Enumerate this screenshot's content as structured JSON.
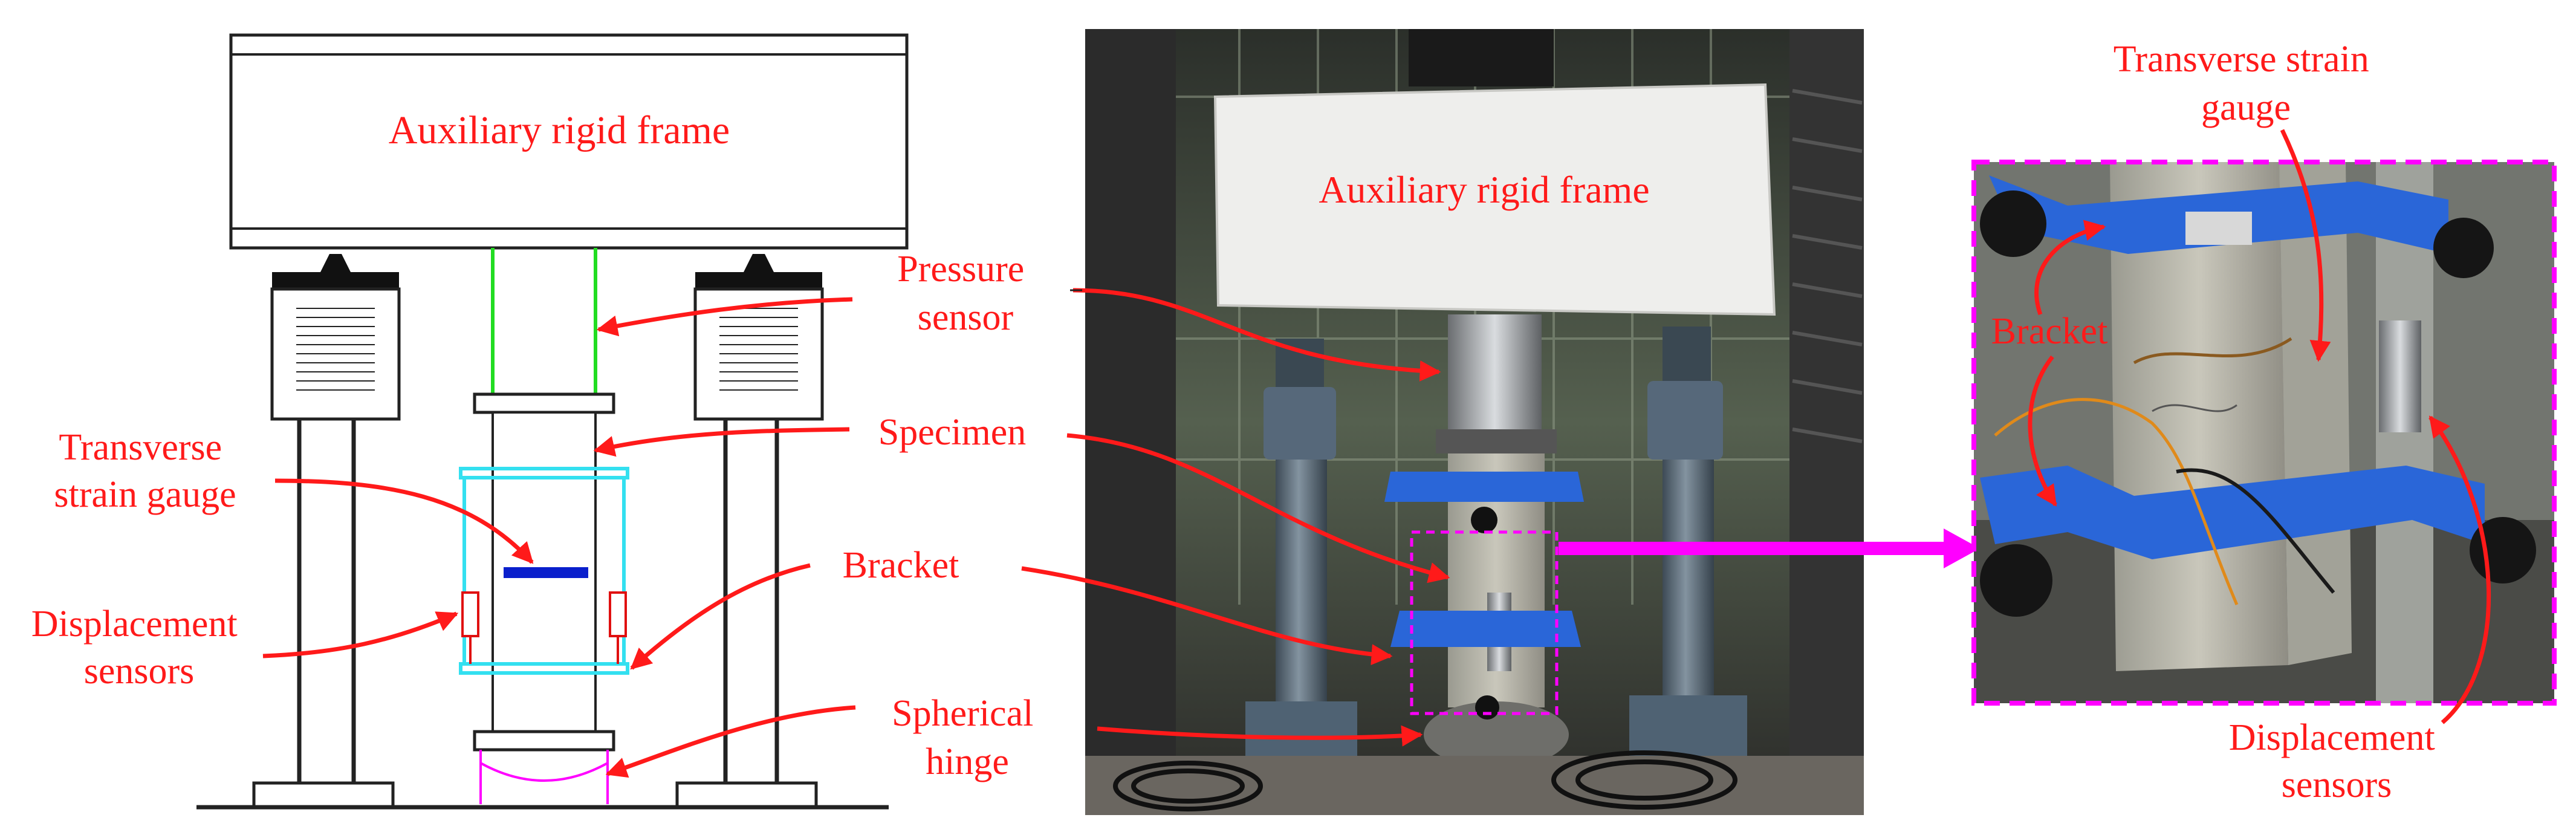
{
  "figure": {
    "left_panel": {
      "frame_label": "Auxiliary rigid frame",
      "transverse_strain_gauge": [
        "Transverse",
        "strain gauge"
      ],
      "displacement_sensors": [
        "Displacement",
        "sensors"
      ]
    },
    "center_panel": {
      "frame_label": "Auxiliary rigid frame",
      "pressure_sensor": [
        "Pressure",
        "sensor"
      ],
      "specimen": "Specimen",
      "bracket": "Bracket",
      "spherical_hinge": [
        "Spherical",
        "hinge"
      ]
    },
    "right_panel": {
      "transverse_strain_gauge": [
        "Transverse strain",
        "gauge"
      ],
      "bracket": "Bracket",
      "displacement_sensors": [
        "Displacement",
        "sensors"
      ]
    }
  },
  "colors": {
    "label_red": "#ff1a1a",
    "callout_magenta": "#ff00ff",
    "support_green": "#22dd22",
    "bracket_cyan": "#33e0f0",
    "gauge_blue": "#0a1fcc",
    "photo_bracket_blue": "#2a66d8"
  }
}
